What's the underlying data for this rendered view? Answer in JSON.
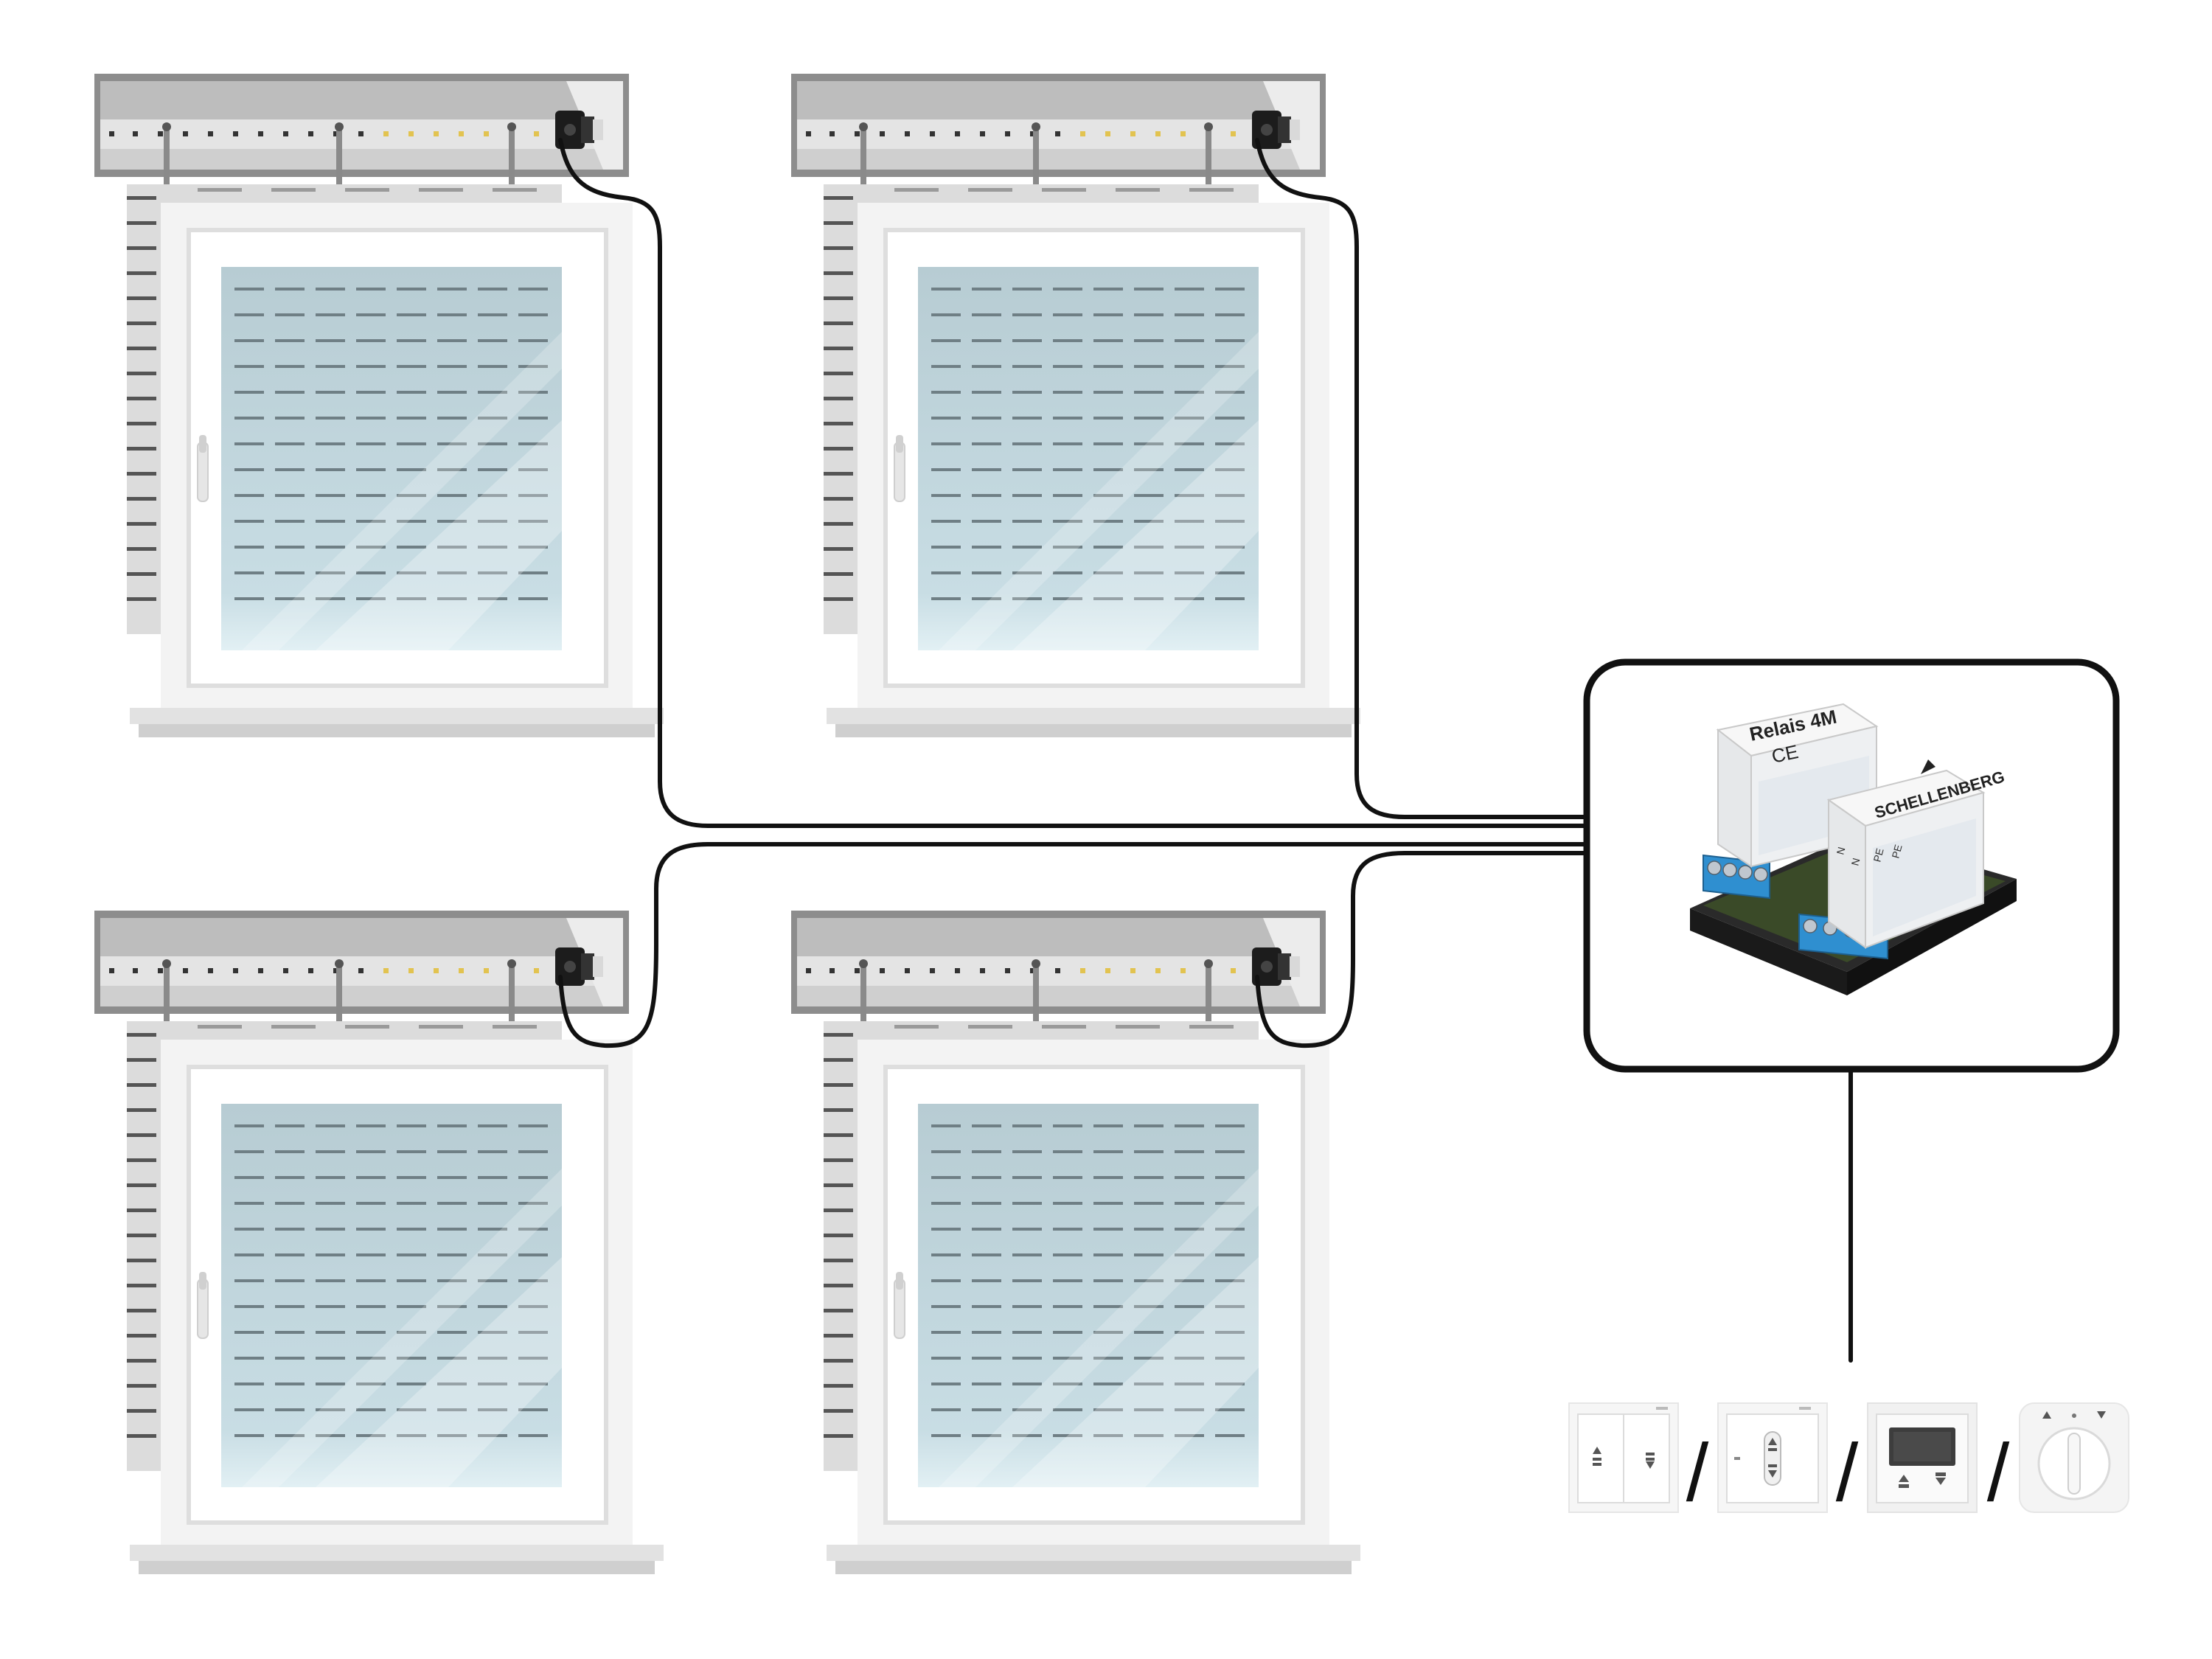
{
  "relay_module": {
    "model_label": "Relais 4M",
    "brand_label": "SCHELLENBERG",
    "ce_mark": "CE",
    "terminal_labels": [
      "N",
      "N",
      "PE",
      "PE"
    ],
    "housing_color": "#eef0f2",
    "terminal_color": "#2f8fd0",
    "base_color": "#2a2a2a"
  },
  "windows": [
    {
      "name": "window-top-left",
      "icon": "window-with-roller-shutter-icon",
      "motor_icon": "shutter-motor-icon"
    },
    {
      "name": "window-top-right",
      "icon": "window-with-roller-shutter-icon",
      "motor_icon": "shutter-motor-icon"
    },
    {
      "name": "window-bottom-left",
      "icon": "window-with-roller-shutter-icon",
      "motor_icon": "shutter-motor-icon"
    },
    {
      "name": "window-bottom-right",
      "icon": "window-with-roller-shutter-icon",
      "motor_icon": "shutter-motor-icon"
    }
  ],
  "control_options": [
    {
      "name": "double-rocker-switch",
      "icon": "double-rocker-switch-icon"
    },
    {
      "name": "single-push-switch",
      "icon": "push-button-switch-icon"
    },
    {
      "name": "display-timer-switch",
      "icon": "timer-display-switch-icon"
    },
    {
      "name": "rotary-key-switch",
      "icon": "rotary-switch-icon"
    }
  ],
  "separator_glyph": "/",
  "colors": {
    "cable": "#111111",
    "glass": "#c9dfe6",
    "frame": "#f2f2f2",
    "shutter_box": "#9a9a9a",
    "motor": "#222222"
  }
}
